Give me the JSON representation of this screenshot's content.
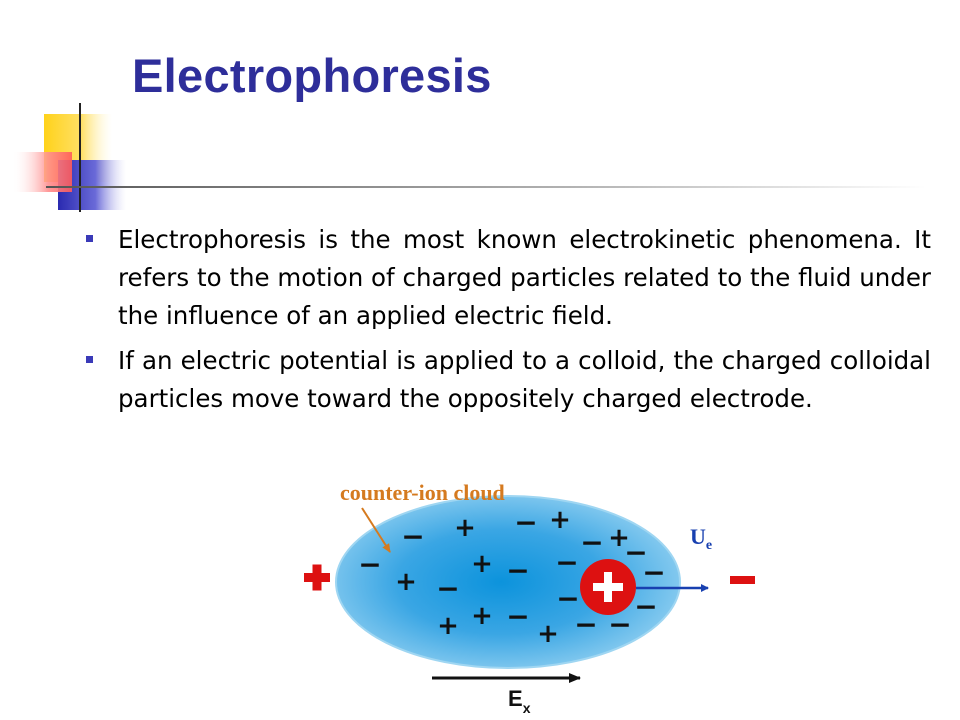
{
  "slide": {
    "title": "Electrophoresis",
    "bullets": [
      "Electrophoresis is the most known electrokinetic phenomena. It refers to the motion of charged particles related to the fluid under the influence of an applied electric field.",
      "If an electric potential is applied to a colloid, the charged colloidal particles move toward the oppositely charged electrode."
    ]
  },
  "diagram": {
    "cloud_label": "counter-ion cloud",
    "velocity_label": "U",
    "velocity_subscript": "e",
    "field_label": "E",
    "field_subscript": "x",
    "positive_sign": "+",
    "negative_sign": "−",
    "colors": {
      "title": "#2e2e9a",
      "cloud": "#55b0e6",
      "particle": "#dd1111",
      "cloud_label": "#d57a1f",
      "velocity": "#1840b0"
    }
  }
}
